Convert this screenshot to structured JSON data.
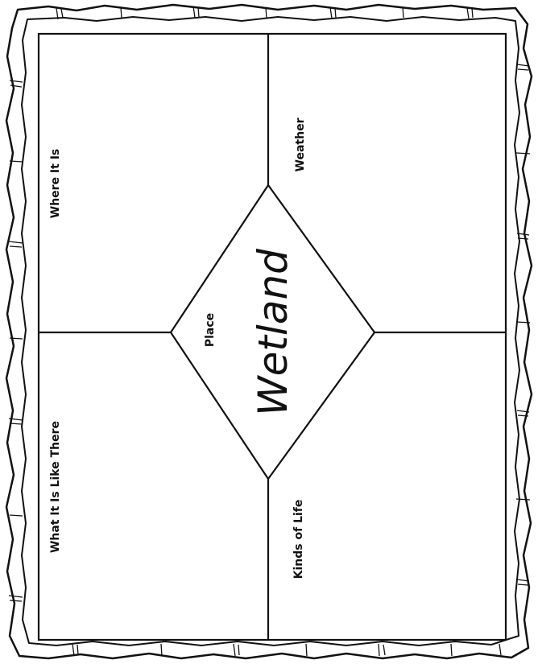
{
  "worksheet": {
    "center_title": "Wetland",
    "center_subtitle": "Place",
    "quadrants": {
      "top_left": "Where It Is",
      "top_right": "Weather",
      "bottom_left": "What It Is Like There",
      "bottom_right": "Kinds of Life"
    }
  },
  "colors": {
    "ink": "#111111",
    "paper": "#ffffff"
  }
}
